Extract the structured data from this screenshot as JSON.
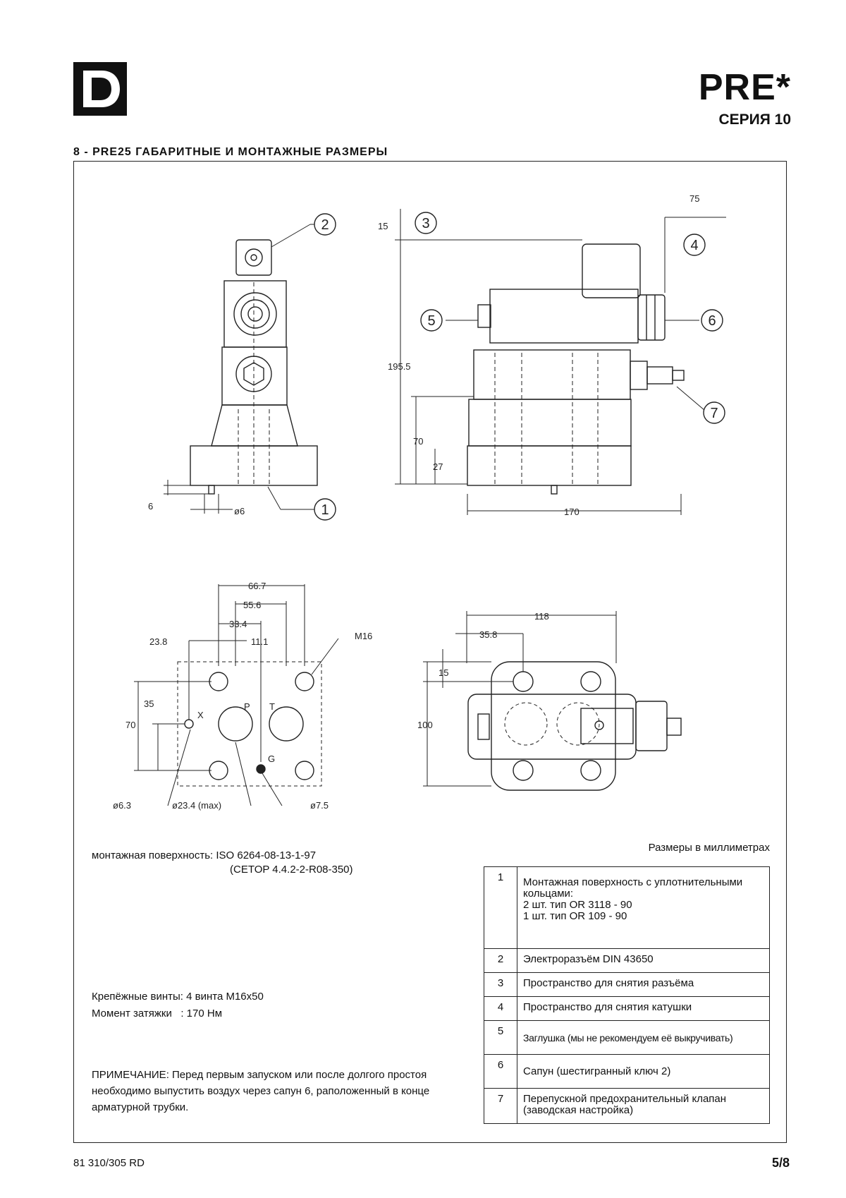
{
  "header": {
    "product_code": "PRE*",
    "series": "СЕРИЯ 10",
    "logo": "D"
  },
  "section_title": "8 - PRE25 ГАБАРИТНЫЕ И МОНТАЖНЫЕ РАЗМЕРЫ",
  "drawing": {
    "callouts": [
      "1",
      "2",
      "3",
      "4",
      "5",
      "6",
      "7"
    ],
    "dimensions_side": [
      "15",
      "195.5",
      "70",
      "27",
      "170",
      "75"
    ],
    "dimensions_front": [
      "6",
      "ø6"
    ],
    "dimensions_mounting": [
      "66.7",
      "55.6",
      "33.4",
      "23.8",
      "11.1",
      "35",
      "70",
      "M16",
      "ø6.3",
      "ø23.4 (max)",
      "ø7.5"
    ],
    "port_labels": [
      "X",
      "P",
      "T",
      "G"
    ],
    "dimensions_top": [
      "118",
      "35.8",
      "15",
      "100"
    ]
  },
  "mounting_surface": {
    "label": "монтажная поверхность: ISO 6264-08-13-1-97",
    "standard_alt": "(CETOP 4.4.2-2-R08-350)"
  },
  "units_note": "Размеры в миллиметрах",
  "screws": {
    "line1": "Крепёжные винты: 4 винта M16x50",
    "line2": "Момент затяжки   : 170 Нм"
  },
  "note": "ПРИМЕЧАНИЕ: Перед первым запуском или после долгого простоя необходимо выпустить воздух через сапун 6, раположенный в конце арматурной трубки.",
  "legend": [
    {
      "num": "1",
      "text": "Монтажная поверхность с уплотнительными кольцами:\n2 шт. тип OR 3118 - 90\n1 шт. тип OR 109 - 90"
    },
    {
      "num": "2",
      "text": "Электроразъём DIN 43650"
    },
    {
      "num": "3",
      "text": "Пространство для снятия разъёма"
    },
    {
      "num": "4",
      "text": "Пространство для снятия катушки"
    },
    {
      "num": "5",
      "text": "Заглушка (мы не рекомендуем её выкручивать)"
    },
    {
      "num": "6",
      "text": "Сапун (шестигранный ключ 2)"
    },
    {
      "num": "7",
      "text": "Перепускной предохранительный клапан (заводская настройка)"
    }
  ],
  "footer": {
    "doc_code": "81 310/305 RD",
    "page": "5/8"
  }
}
